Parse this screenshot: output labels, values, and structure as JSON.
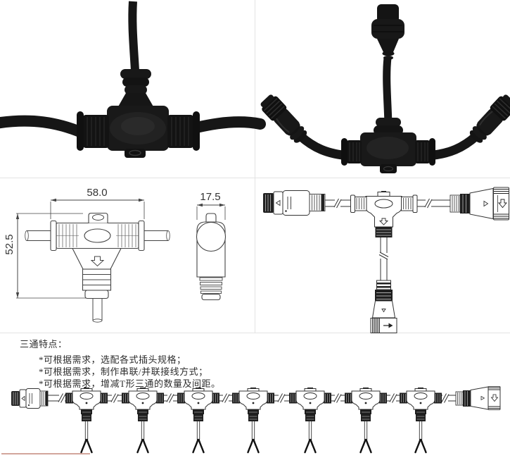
{
  "colors": {
    "background": "#ffffff",
    "grid_line": "#e3e3e3",
    "drawing_line": "#3a3a3a",
    "photo_black": "#161616",
    "accent_line": "#c4897c",
    "text": "#2e2e2e"
  },
  "dimensions": {
    "front_width": "58.0",
    "front_height": "52.5",
    "side_width": "17.5"
  },
  "features": {
    "title": "三通特点：",
    "items": [
      "*可根据需求，选配各式插头规格；",
      "*可根据需求，制作串联/并联接线方式；",
      "*可根据需求，增减T形三通的数量及间距。"
    ]
  }
}
